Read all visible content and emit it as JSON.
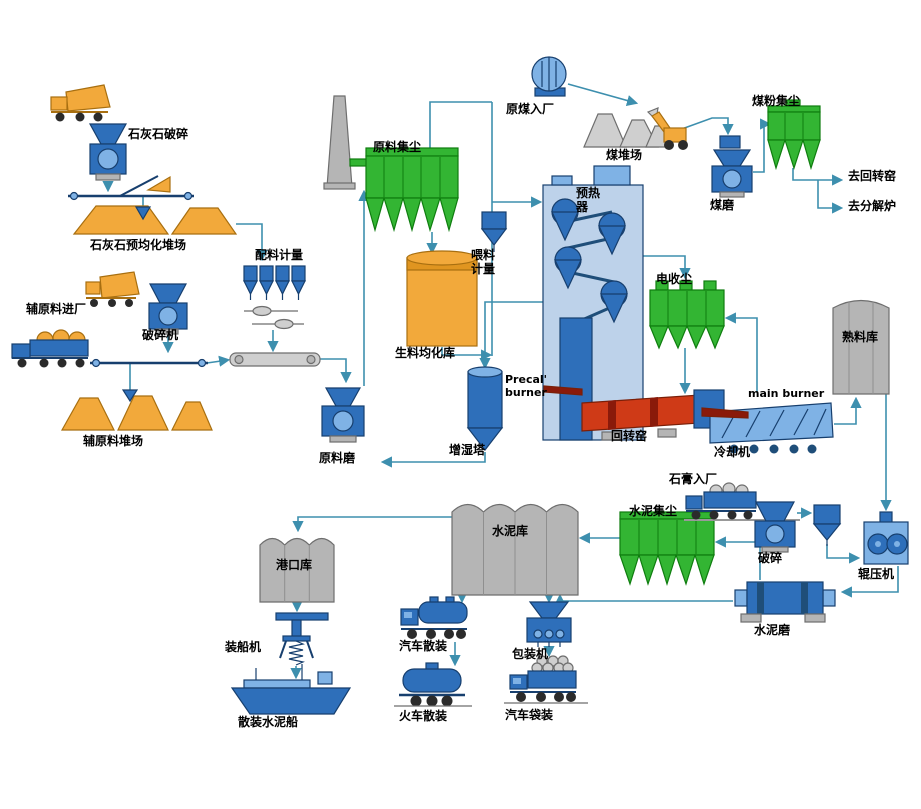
{
  "diagram": {
    "title": "cement-production-process-flow",
    "labels": {
      "limestone_crushing": "石灰石破碎",
      "limestone_yard": "石灰石预均化堆场",
      "batching": "配料计量",
      "aux_entry": "辅原料进厂",
      "crusher_machine": "破碎机",
      "aux_yard": "辅原料堆场",
      "raw_dust": "原料集尘",
      "raw_meal_silo": "生料均化库",
      "feed_metering": "喂料计量",
      "preheater": "预热器",
      "raw_coal": "原煤入厂",
      "coal_yard": "煤堆场",
      "coal_dust": "煤粉集尘",
      "coal_mill": "煤磨",
      "to_kiln": "去回转窑",
      "to_calciner": "去分解炉",
      "esp": "电收尘",
      "clinker_silo": "熟料库",
      "precal_burner": "Precal' burner",
      "main_burner": "main burner",
      "rotary_kiln": "回转窑",
      "cooler": "冷却机",
      "humidifier": "增湿塔",
      "raw_mill": "原料磨",
      "cement_dust": "水泥集尘",
      "gypsum": "石膏入厂",
      "crushing": "破碎",
      "roller_press": "辊压机",
      "cement_mill": "水泥磨",
      "cement_silo": "水泥库",
      "port_silo": "港口库",
      "ship_loader": "装船机",
      "bulk_ship": "散装水泥船",
      "truck_bulk": "汽车散装",
      "train_bulk": "火车散装",
      "packing": "包装机",
      "truck_bagged": "汽车袋装"
    },
    "colors": {
      "green": "#33b533",
      "green_dark": "#0f7d0f",
      "blue": "#2e6fba",
      "blue_light": "#7fb2e5",
      "blue_pale": "#bdd2ea",
      "blue_dark": "#173f6e",
      "navy": "#1f4e79",
      "orange": "#f2a93b",
      "orange_dark": "#a86f10",
      "gray": "#b5b5b5",
      "gray_light": "#cfcfcf",
      "gray_dark": "#6e6e6e",
      "red": "#cf3a17",
      "red_dark": "#7a1f08",
      "burner": "#8a1a0a",
      "line": "#3d8fae"
    }
  }
}
